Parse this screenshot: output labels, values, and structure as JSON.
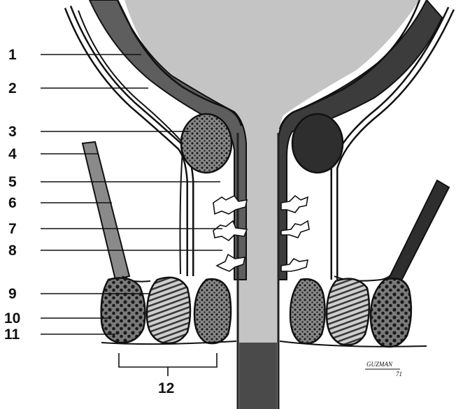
{
  "callouts": [
    {
      "id": "1",
      "label": "1"
    },
    {
      "id": "2",
      "label": "2"
    },
    {
      "id": "3",
      "label": "3"
    },
    {
      "id": "4",
      "label": "4"
    },
    {
      "id": "5",
      "label": "5"
    },
    {
      "id": "6",
      "label": "6"
    },
    {
      "id": "7",
      "label": "7"
    },
    {
      "id": "8",
      "label": "8"
    },
    {
      "id": "9",
      "label": "9"
    },
    {
      "id": "10",
      "label": "10"
    },
    {
      "id": "11",
      "label": "11"
    },
    {
      "id": "12",
      "label": "12"
    }
  ],
  "signature": {
    "name": "GUZMAN",
    "year": "71"
  },
  "colors": {
    "lumen": "#b9b9b9",
    "wall": "#6e6e6e",
    "wall_dark": "#3a3a3a",
    "muscle_light": "#9a9a9a",
    "outline": "#111111"
  }
}
